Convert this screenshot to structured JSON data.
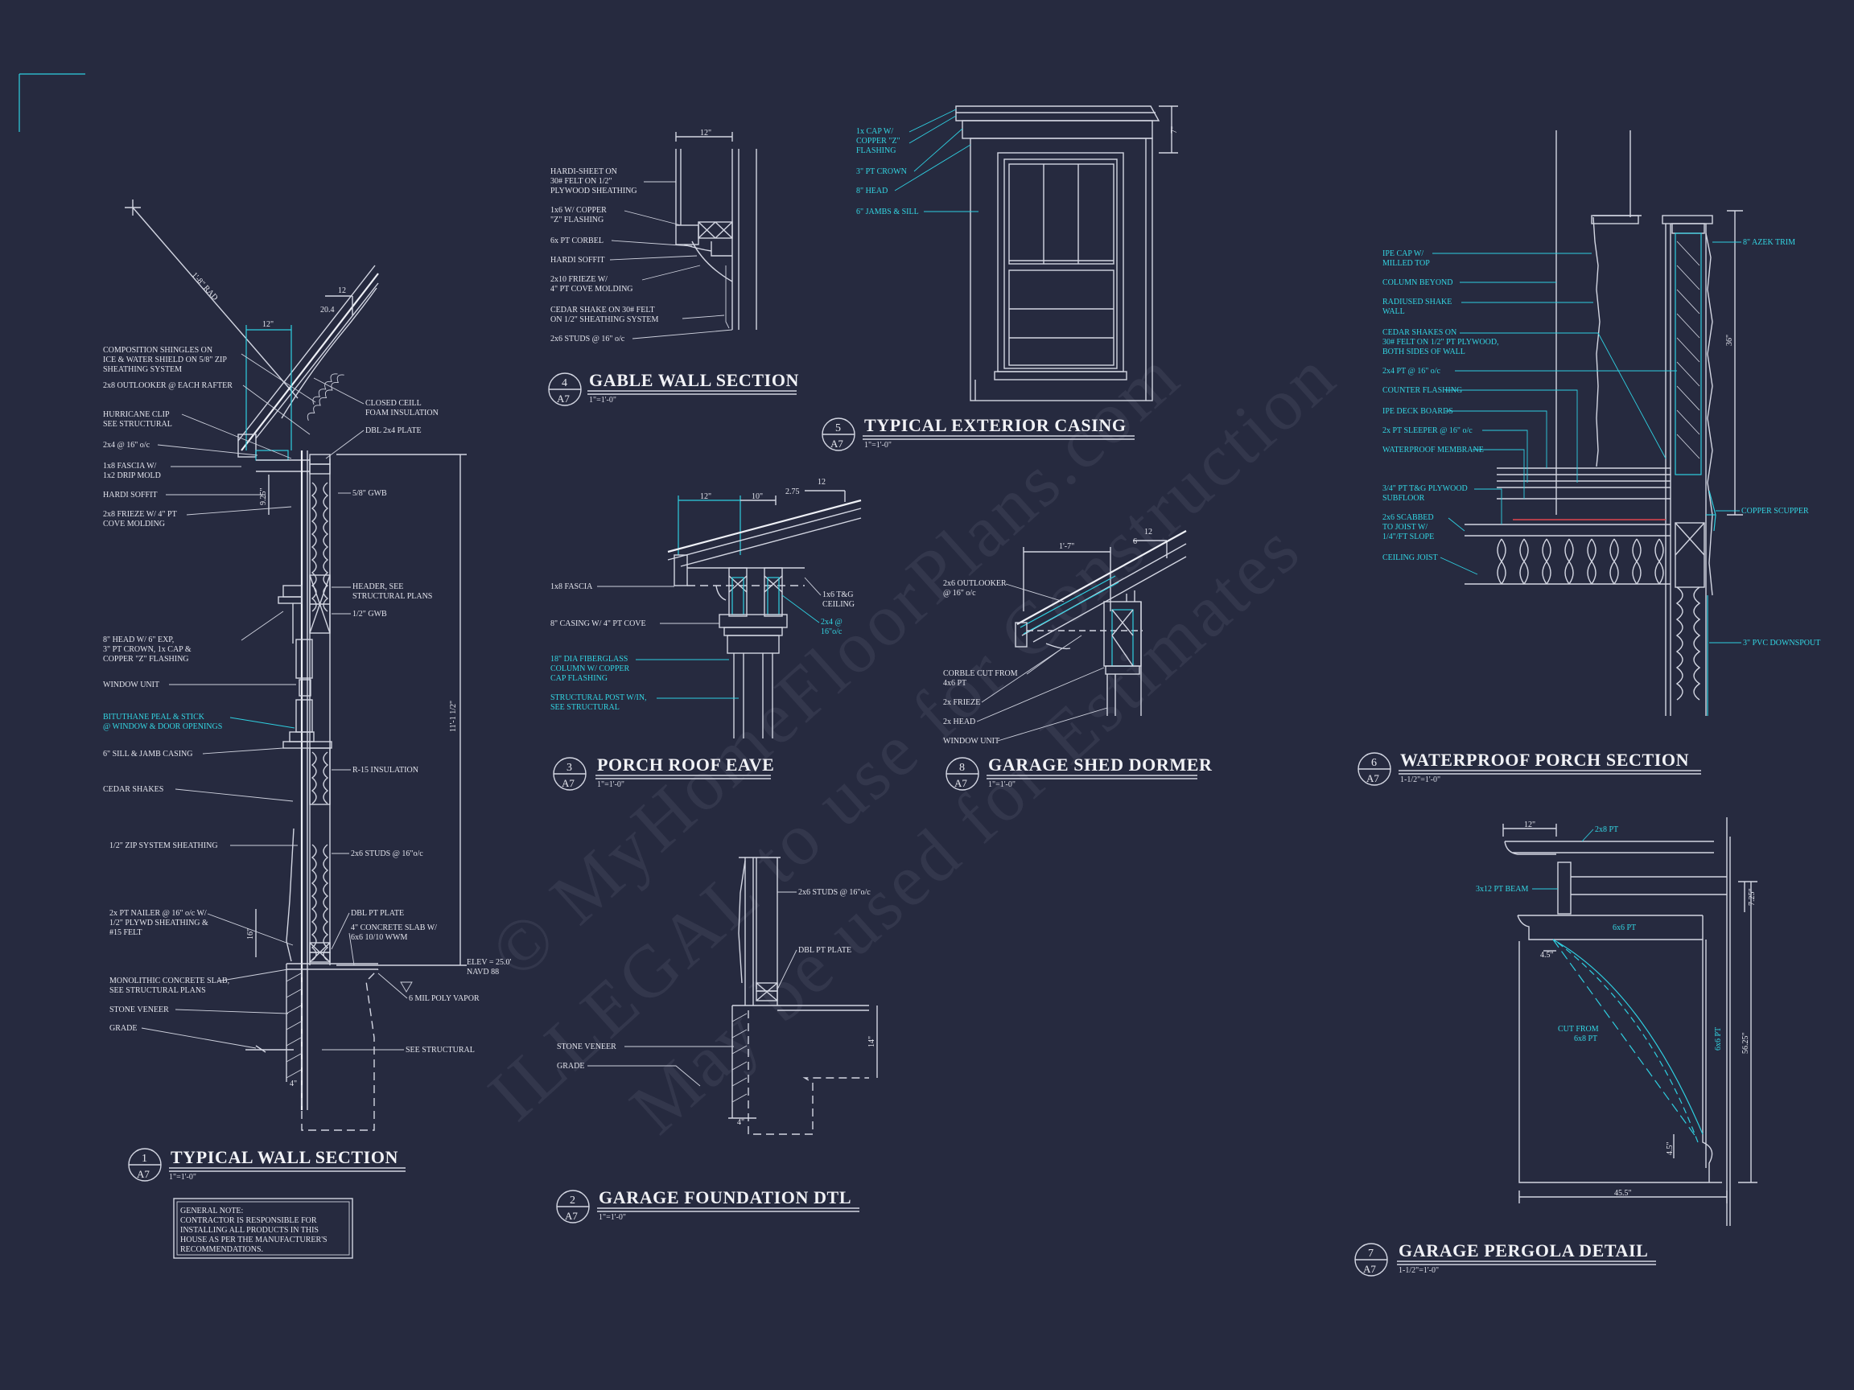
{
  "watermark": {
    "line1": "© MyHomeFloorPlans.com",
    "line2": "ILLEGAL to use for Construction",
    "line3": "May be used for Estimates"
  },
  "details": {
    "d1": {
      "num": "1",
      "sheet": "A7",
      "title": "TYPICAL WALL SECTION",
      "scale": "1\"=1'-0\""
    },
    "d2": {
      "num": "2",
      "sheet": "A7",
      "title": "GARAGE FOUNDATION DTL",
      "scale": "1\"=1'-0\""
    },
    "d3": {
      "num": "3",
      "sheet": "A7",
      "title": "PORCH ROOF EAVE",
      "scale": "1\"=1'-0\""
    },
    "d4": {
      "num": "4",
      "sheet": "A7",
      "title": "GABLE WALL SECTION",
      "scale": "1\"=1'-0\""
    },
    "d5": {
      "num": "5",
      "sheet": "A7",
      "title": "TYPICAL EXTERIOR CASING",
      "scale": "1\"=1'-0\""
    },
    "d6": {
      "num": "6",
      "sheet": "A7",
      "title": "WATERPROOF PORCH SECTION",
      "scale": "1-1/2\"=1'-0\""
    },
    "d7": {
      "num": "7",
      "sheet": "A7",
      "title": "GARAGE PERGOLA DETAIL",
      "scale": "1-1/2\"=1'-0\""
    },
    "d8": {
      "num": "8",
      "sheet": "A7",
      "title": "GARAGE SHED DORMER",
      "scale": "1\"=1'-0\""
    }
  },
  "general_note": {
    "l1": "GENERAL NOTE:",
    "l2": "CONTRACTOR IS RESPONSIBLE FOR",
    "l3": "INSTALLING ALL PRODUCTS IN THIS",
    "l4": "HOUSE AS PER THE MANUFACTURER'S",
    "l5": "RECOMMENDATIONS."
  },
  "wall_section": {
    "labels": [
      "COMPOSITION SHINGLES ON",
      "ICE & WATER SHIELD ON 5/8\" ZIP",
      "SHEATHING SYSTEM",
      "2x8 OUTLOOKER @ EACH RAFTER",
      "HURRICANE CLIP",
      "SEE STRUCTURAL",
      "2x4 @ 16\" o/c",
      "1x8 FASCIA W/",
      "1x2 DRIP  MOLD",
      "HARDI SOFFIT",
      "2x8 FRIEZE W/ 4\" PT",
      "COVE MOLDING",
      "8\" HEAD W/ 6\" EXP,",
      "3\" PT CROWN, 1x CAP &",
      "COPPER \"Z\" FLASHING",
      "WINDOW UNIT",
      "6\" SILL & JAMB CASING",
      "CEDAR SHAKES",
      "1/2\" ZIP SYSTEM SHEATHING",
      "2x PT NAILER @ 16\" o/c W/",
      "1/2\" PLYWD SHEATHING &",
      "#15 FELT",
      "MONOLITHIC CONCRETE SLAB,",
      "SEE STRUCTURAL PLANS",
      "STONE VENEER",
      "GRADE",
      "CLOSED CEILL",
      "FOAM INSULATION",
      "DBL 2x4 PLATE",
      "5/8\" GWB",
      "HEADER, SEE",
      "STRUCTURAL PLANS",
      "1/2\" GWB",
      "R-15 INSULATION",
      "2x6 STUDS @ 16\"o/c",
      "DBL PT PLATE",
      "4\" CONCRETE SLAB W/",
      "6x6 10/10 WWM",
      "ELEV = 25.0'",
      "NAVD 88",
      "6 MIL POLY VAPOR",
      "SEE STRUCTURAL"
    ],
    "labels_cyan": [
      "BITUTHANE PEAL & STICK",
      "@ WINDOW & DOOR OPENINGS"
    ],
    "dims": [
      "1'-8\" RAD",
      "12\"",
      "12",
      "20.4",
      "9.25\"",
      "11'-1 1/2\"",
      "16\"",
      "4\""
    ]
  },
  "gable": {
    "labels": [
      "HARDI-SHEET ON",
      "30# FELT ON 1/2\"",
      "PLYWOOD SHEATHING",
      "1x6 W/ COPPER",
      "\"Z\" FLASHING",
      "6x PT CORBEL",
      "HARDI SOFFIT",
      "2x10 FRIEZE W/",
      "4\" PT COVE MOLDING",
      "CEDAR SHAKE ON 30# FELT",
      "ON 1/2\" SHEATHING SYSTEM",
      "2x6 STUDS @ 16\" o/c"
    ],
    "dims": [
      "12\""
    ]
  },
  "casing": {
    "labels_cyan": [
      "1x CAP W/",
      "COPPER \"Z\"",
      "FLASHING",
      "3\" PT CROWN",
      "8\" HEAD",
      "6\" JAMBS & SILL"
    ],
    "dims": [
      "7\""
    ]
  },
  "eave": {
    "labels": [
      "1x8 FASCIA",
      "8\" CASING W/ 4\" PT COVE",
      "1x6 T&G",
      "CEILING"
    ],
    "labels_cyan": [
      "18\" DIA FIBERGLASS",
      "COLUMN W/ COPPER",
      "CAP FLASHING",
      "STRUCTURAL POST W/IN,",
      "SEE STRUCTURAL",
      "2x4 @",
      "16\"o/c"
    ],
    "dims": [
      "12\"",
      "10\"",
      "2.75",
      "12"
    ]
  },
  "dormer": {
    "labels": [
      "2x6 OUTLOOKER",
      "@ 16\" o/c",
      "CORBLE CUT FROM",
      "4x6 PT",
      "2x FRIEZE",
      "2x HEAD",
      "WINDOW UNIT"
    ],
    "dims": [
      "1'-7\"",
      "12",
      "6"
    ]
  },
  "foundation": {
    "labels": [
      "2x6 STUDS @ 16\"o/c",
      "DBL PT PLATE",
      "STONE VENEER",
      "GRADE"
    ],
    "dims": [
      "14\"",
      "4\""
    ]
  },
  "porch": {
    "labels_cyan": [
      "IPE CAP W/",
      "MILLED TOP",
      "COLUMN BEYOND",
      "RADIUSED SHAKE",
      "WALL",
      "CEDAR SHAKES ON",
      "30# FELT ON 1/2\" PT PLYWOOD,",
      "BOTH SIDES OF WALL",
      "2x4 PT @ 16\" o/c",
      "COUNTER FLASHING",
      "IPE DECK BOARDS",
      "2x PT SLEEPER @ 16\" o/c",
      "WATERPROOF MEMBRANE",
      "3/4\" PT T&G PLYWOOD",
      "SUBFLOOR",
      "2x6 SCABBED",
      "TO JOIST W/",
      "1/4\"/FT SLOPE",
      "CEILING JOIST",
      "8\" AZEK TRIM",
      "COPPER SCUPPER",
      "3\" PVC DOWNSPOUT"
    ],
    "dims": [
      "36\""
    ]
  },
  "pergola": {
    "labels_cyan": [
      "2x8 PT",
      "3x12 PT BEAM",
      "6x6 PT",
      "CUT FROM",
      "6x8 PT",
      "6x6 PT"
    ],
    "dims": [
      "12\"",
      "7.25\"",
      "4.5\"",
      "56.25\"",
      "4.5\"",
      "45.5\""
    ]
  }
}
